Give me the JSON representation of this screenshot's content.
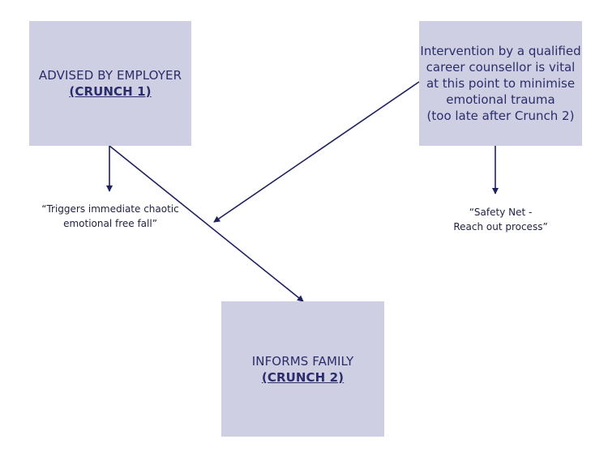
{
  "boxes": {
    "employer": {
      "title": "ADVISED BY EMPLOYER",
      "subtitle": "(CRUNCH 1)"
    },
    "family": {
      "title": "INFORMS FAMILY",
      "subtitle": "(CRUNCH 2)"
    },
    "intervention": {
      "lines": [
        "Intervention by a qualified",
        "career counsellor is vital",
        "at this point to minimise",
        "emotional trauma",
        "(too late after Crunch 2)"
      ]
    }
  },
  "captions": {
    "triggers": {
      "lines": [
        "“Triggers immediate chaotic",
        "emotional free fall”"
      ]
    },
    "safety_net": {
      "lines": [
        "“Safety Net -",
        "Reach out process”"
      ]
    }
  },
  "colors": {
    "box_fill": "#cfcfe4",
    "box_text": "#2b2d6b",
    "arrow": "#1f2060"
  }
}
